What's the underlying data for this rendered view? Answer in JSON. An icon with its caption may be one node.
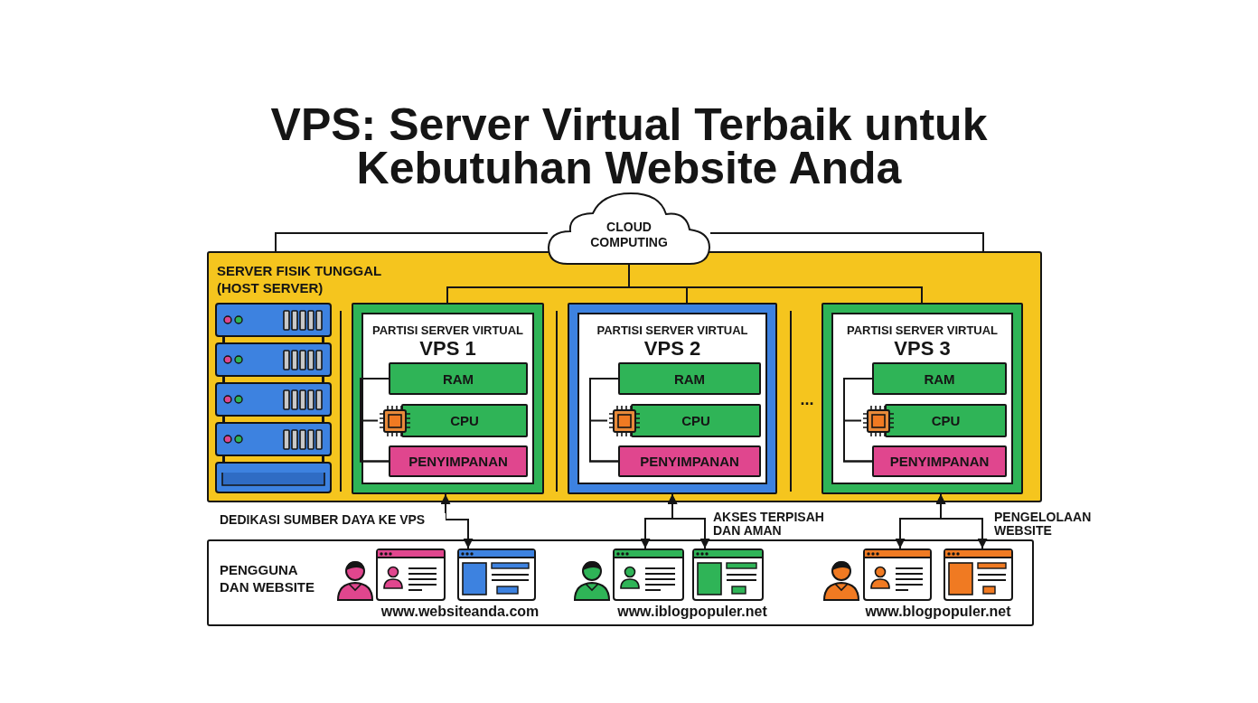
{
  "diagram": {
    "title": "VPS: Server Virtual Terbaik untuk Kebutuhan Website Anda",
    "nodes": [
      {
        "text": [
          "CLOUD COMPUTING"
        ]
      },
      {
        "text": [
          "SERVER FISIK TUNGGAL (HOST SERVER)"
        ]
      },
      {
        "text": [
          "PARTISI SERVER VIRTUAL",
          "VPS 1"
        ],
        "in": 1
      },
      {
        "text": [
          "RAM"
        ],
        "in": 2
      },
      {
        "text": [
          "CPU"
        ],
        "in": 2
      },
      {
        "text": [
          "PENYIMPANAN"
        ],
        "in": 2
      },
      {
        "text": [
          "PARTISI SERVER VIRTUAL",
          "VPS 2"
        ],
        "in": 1
      },
      {
        "text": [
          "RAM"
        ],
        "in": 6
      },
      {
        "text": [
          "CPU"
        ],
        "in": 6
      },
      {
        "text": [
          "PENYIMPANAN"
        ],
        "in": 6
      },
      {
        "text": [
          "PARTISI SERVER VIRTUAL",
          "VPS 3"
        ],
        "in": 1
      },
      {
        "text": [
          "RAM"
        ],
        "in": 10
      },
      {
        "text": [
          "CPU"
        ],
        "in": 10
      },
      {
        "text": [
          "PENYIMPANAN"
        ],
        "in": 10
      },
      {
        "text": [
          "PENGGUNA DAN WEBSITE"
        ]
      },
      {
        "text": [],
        "shape": "window",
        "in": 14
      },
      {
        "text": [],
        "shape": "window",
        "in": 14
      },
      {
        "text": [],
        "shape": "window",
        "in": 14
      },
      {
        "text": [],
        "shape": "window",
        "in": 14
      },
      {
        "text": [],
        "shape": "window",
        "in": 14
      },
      {
        "text": [],
        "shape": "window",
        "in": 14
      }
    ],
    "edges": [
      {
        "from": 0,
        "to": 1,
        "arrow": "none"
      },
      {
        "from": 0,
        "to": 1,
        "arrow": "none"
      },
      {
        "from": 0,
        "to": 2,
        "arrow": "none"
      },
      {
        "from": 0,
        "to": 6,
        "arrow": "none"
      },
      {
        "from": 0,
        "to": 10,
        "arrow": "none"
      },
      {
        "from": 2,
        "to": 16,
        "arrow": "both",
        "label": "DEDIKASI SUMBER DAYA KE VPS"
      },
      {
        "from": 6,
        "to": 17,
        "arrow": "both"
      },
      {
        "from": 6,
        "to": 18,
        "arrow": "both",
        "label": "AKSES TERPISAH DAN AMAN"
      },
      {
        "from": 10,
        "to": 19,
        "arrow": "both"
      },
      {
        "from": 10,
        "to": 20,
        "arrow": "both",
        "label": "PENGELOLAAN WEBSITE"
      },
      {
        "from": 3,
        "to": 5,
        "arrow": "none"
      },
      {
        "from": 4,
        "to": 5,
        "arrow": "none"
      },
      {
        "from": 7,
        "to": 9,
        "arrow": "none"
      },
      {
        "from": 8,
        "to": 9,
        "arrow": "none"
      },
      {
        "from": 11,
        "to": 13,
        "arrow": "none"
      },
      {
        "from": 12,
        "to": 13,
        "arrow": "none"
      }
    ],
    "labels": [
      "...",
      "www.websiteanda.com",
      "www.iblogpopuler.net",
      "www.blogpopuler.net"
    ]
  }
}
